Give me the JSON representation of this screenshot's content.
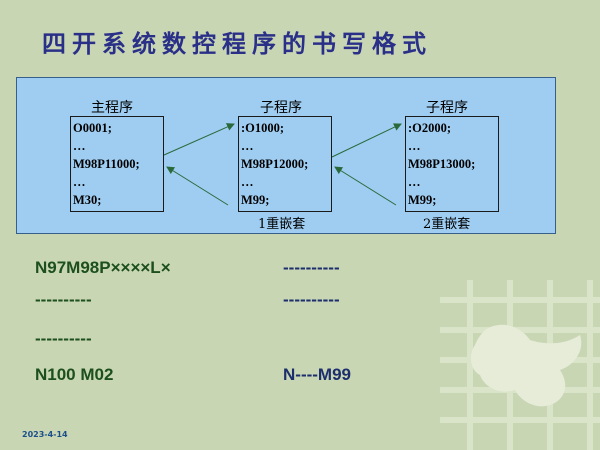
{
  "title": "四开系统数控程序的书写格式",
  "diagram": {
    "programs": [
      {
        "label": "主程序",
        "lines": [
          "O0001;",
          "…",
          "M98P11000;",
          "…",
          "M30;"
        ]
      },
      {
        "label": "子程序",
        "lines": [
          ":O1000;",
          "…",
          "M98P12000;",
          "…",
          "M99;"
        ]
      },
      {
        "label": "子程序",
        "lines": [
          ":O2000;",
          "…",
          "M98P13000;",
          "…",
          "M99;"
        ]
      }
    ],
    "nest_labels": [
      "1重嵌套",
      "2重嵌套"
    ]
  },
  "code_lines": {
    "left": [
      "N97M98P××××L×",
      "----------",
      "----------",
      "N100 M02"
    ],
    "right": [
      "----------",
      "----------",
      "N----M99"
    ]
  },
  "date": "2023-4-14",
  "colors": {
    "background": "#c8d6b4",
    "diagram_fill": "#9fcdf2",
    "title": "#2a2f88",
    "code_green": "#1c4f1c",
    "code_navy": "#1c2f6c"
  }
}
